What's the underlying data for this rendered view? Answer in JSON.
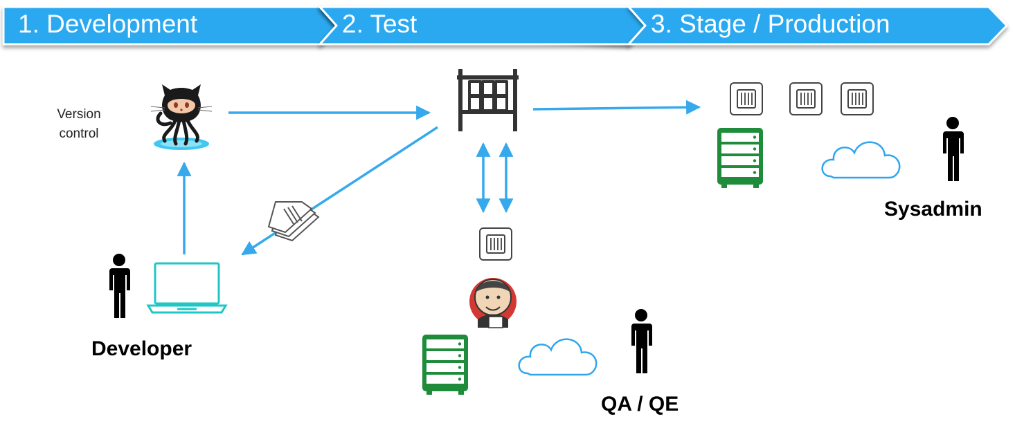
{
  "stages": [
    {
      "label": "1. Development"
    },
    {
      "label": "2. Test"
    },
    {
      "label": "3. Stage / Production"
    }
  ],
  "roles": {
    "developer": "Developer",
    "qa": "QA / QE",
    "sysadmin": "Sysadmin"
  },
  "version_control": {
    "line1": "Version",
    "line2": "control"
  },
  "colors": {
    "banner": "#29a9f0",
    "arrow": "#35a9ec",
    "server": "#1e8c3a",
    "laptop": "#1fc6c6",
    "cloud": "#2ea6ee",
    "person": "#000000"
  },
  "icons": {
    "github": "octocat-icon",
    "registry": "registry-shelf-icon",
    "container": "container-icon",
    "jenkins": "jenkins-icon",
    "server": "server-icon",
    "cloud": "cloud-icon",
    "laptop": "laptop-icon",
    "person": "person-icon",
    "images": "image-stack-icon"
  }
}
